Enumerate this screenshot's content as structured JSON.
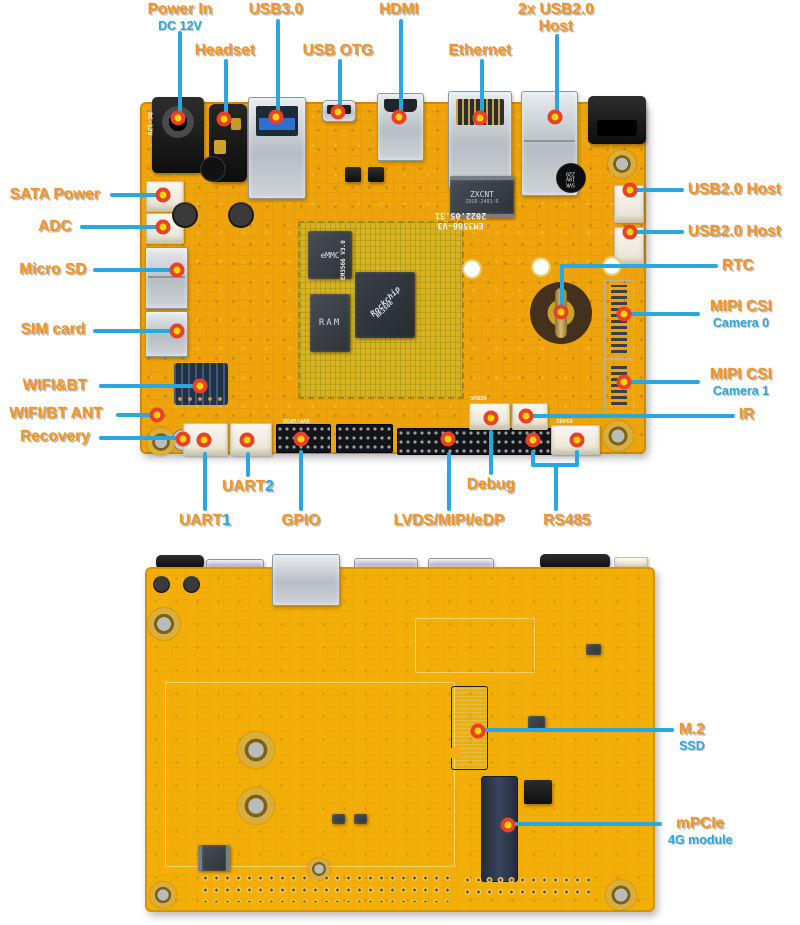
{
  "diagram": {
    "type": "annotated-pcb-product-diagram",
    "colors": {
      "background": "#FFFFFF",
      "label_orange": "#F7941D",
      "label_blue": "#2AA7DF",
      "callout_line": "#2AA7DF",
      "callout_dot_ring": "#E8402B",
      "callout_dot_fill": "#FFD400",
      "board_front": "#EFA40C",
      "board_back": "#F3AE07"
    },
    "front_board": {
      "silkscreen": {
        "dc_label": "DC-12V",
        "model": "EM3566-V3",
        "date": "2022.05.31",
        "module_model": "EM3566 V3.0",
        "debug": "DEBUG",
        "rs485": "RS485",
        "gpio": "DVP/GPIO"
      },
      "chips": {
        "emmc": "eMMC",
        "ram": "RAM",
        "soc_brand": "Rockchip",
        "soc_model": "RK3566",
        "io_ic": "ZXCNT",
        "io_ic_part": "ZXGE-2401-R",
        "cap_line1": "220",
        "cap_line2": "10V",
        "cap_line3": "SVK"
      }
    },
    "callouts": [
      {
        "id": "power-in",
        "label": "Power In",
        "sub": "DC 12V"
      },
      {
        "id": "usb3",
        "label": "USB3.0"
      },
      {
        "id": "hdmi",
        "label": "HDMI"
      },
      {
        "id": "usb2-2x",
        "label": "2x USB2.0",
        "label_line2": "Host"
      },
      {
        "id": "headset",
        "label": "Headset"
      },
      {
        "id": "usb-otg",
        "label": "USB OTG"
      },
      {
        "id": "ethernet",
        "label": "Ethernet"
      },
      {
        "id": "sata-power",
        "label": "SATA Power"
      },
      {
        "id": "adc",
        "label": "ADC"
      },
      {
        "id": "micro-sd",
        "label": "Micro SD"
      },
      {
        "id": "sim-card",
        "label": "SIM card"
      },
      {
        "id": "wifi-bt",
        "label": "WIFI&BT"
      },
      {
        "id": "wifi-bt-ant",
        "label": "WIFI/BT ANT"
      },
      {
        "id": "recovery",
        "label": "Recovery"
      },
      {
        "id": "usb2-host-1",
        "label": "USB2.0 Host"
      },
      {
        "id": "usb2-host-2",
        "label": "USB2.0 Host"
      },
      {
        "id": "rtc",
        "label": "RTC"
      },
      {
        "id": "mipi-csi-0",
        "label": "MIPI CSI",
        "sub": "Camera 0"
      },
      {
        "id": "mipi-csi-1",
        "label": "MIPI CSI",
        "sub": "Camera 1"
      },
      {
        "id": "ir",
        "label": "IR"
      },
      {
        "id": "uart2",
        "label": "UART",
        "label_accent": "2"
      },
      {
        "id": "uart1",
        "label": "UART",
        "label_accent": "1"
      },
      {
        "id": "gpio",
        "label": "GPIO"
      },
      {
        "id": "lvds",
        "label": "LVDS/MIPI/eDP"
      },
      {
        "id": "debug",
        "label": "Debug"
      },
      {
        "id": "rs485",
        "label": "RS485"
      },
      {
        "id": "m2",
        "label": "M.2",
        "sub": "SSD"
      },
      {
        "id": "mpcie",
        "label": "mPCIe",
        "sub": "4G module"
      }
    ]
  }
}
